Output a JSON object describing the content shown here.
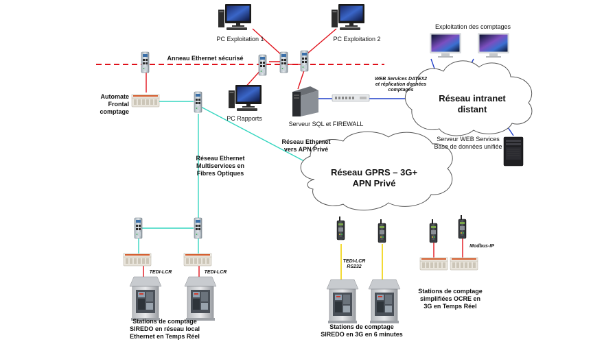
{
  "labels": {
    "pc_exploitation_1": "PC Exploitation  1",
    "pc_exploitation_2": "PC Exploitation  2",
    "exploitation_comptages": "Exploitation  des comptages",
    "anneau_ethernet": "Anneau Ethernet sécurisé",
    "automate_frontal": [
      "Automate",
      "Frontal",
      "comptage"
    ],
    "pc_rapports": "PC Rapports",
    "serveur_sql": "Serveur SQL et FIREWALL",
    "web_services_link": [
      "WEB Services DATEX2",
      "et réplication données",
      "comptages"
    ],
    "reseau_intranet": [
      "Réseau intranet",
      "distant"
    ],
    "serveur_web": [
      "Serveur WEB  Services",
      "Base de données unifiée"
    ],
    "reseau_ethernet_apn": [
      "Réseau Ethernet",
      "vers APN Privé"
    ],
    "reseau_multiservices": [
      "Réseau Ethernet",
      "Multiservices  en",
      "Fibres  Optiques"
    ],
    "reseau_gprs": [
      "Réseau GPRS – 3G+",
      "APN Privé"
    ],
    "tedi_lcr_1": "TEDI-LCR",
    "tedi_lcr_2": "TEDI-LCR",
    "tedi_lcr_rs232": [
      "TEDI-LCR",
      "RS232"
    ],
    "modbus_ip": "Modbus-IP",
    "stations_siredo_local": [
      "Stations de comptage",
      "SIREDO  en réseau local",
      "Ethernet en Temps Réel"
    ],
    "stations_siredo_3g": [
      "Stations de comptage",
      "SIREDO  en 3G  en 6 minutes"
    ],
    "stations_ocre": [
      "Stations de comptage",
      "simplifiées  OCRE  en",
      "3G en Temps Réel"
    ]
  },
  "colors": {
    "ring": "#e0101a",
    "blue_link": "#1f3ec8",
    "fiber_link": "#35d6c0",
    "serial_link": "#f0d000",
    "pc_link": "#e0101a"
  }
}
